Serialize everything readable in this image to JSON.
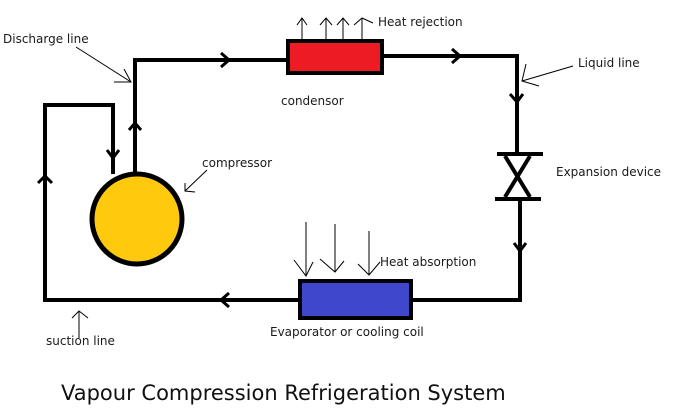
{
  "title": "Vapour Compression Refrigeration System",
  "labels": {
    "discharge_line": "Discharge line",
    "heat_rejection": "Heat rejection",
    "liquid_line": "Liquid line",
    "condensor": "condensor",
    "compressor": "compressor",
    "expansion_device": "Expansion device",
    "heat_absorption": "Heat absorption",
    "evaporator": "Evaporator or cooling coil",
    "suction_line": "suction line"
  },
  "colors": {
    "condensor_fill": "#ed1c24",
    "evaporator_fill": "#3f48cc",
    "compressor_fill": "#ffc90e",
    "line": "#000000"
  }
}
